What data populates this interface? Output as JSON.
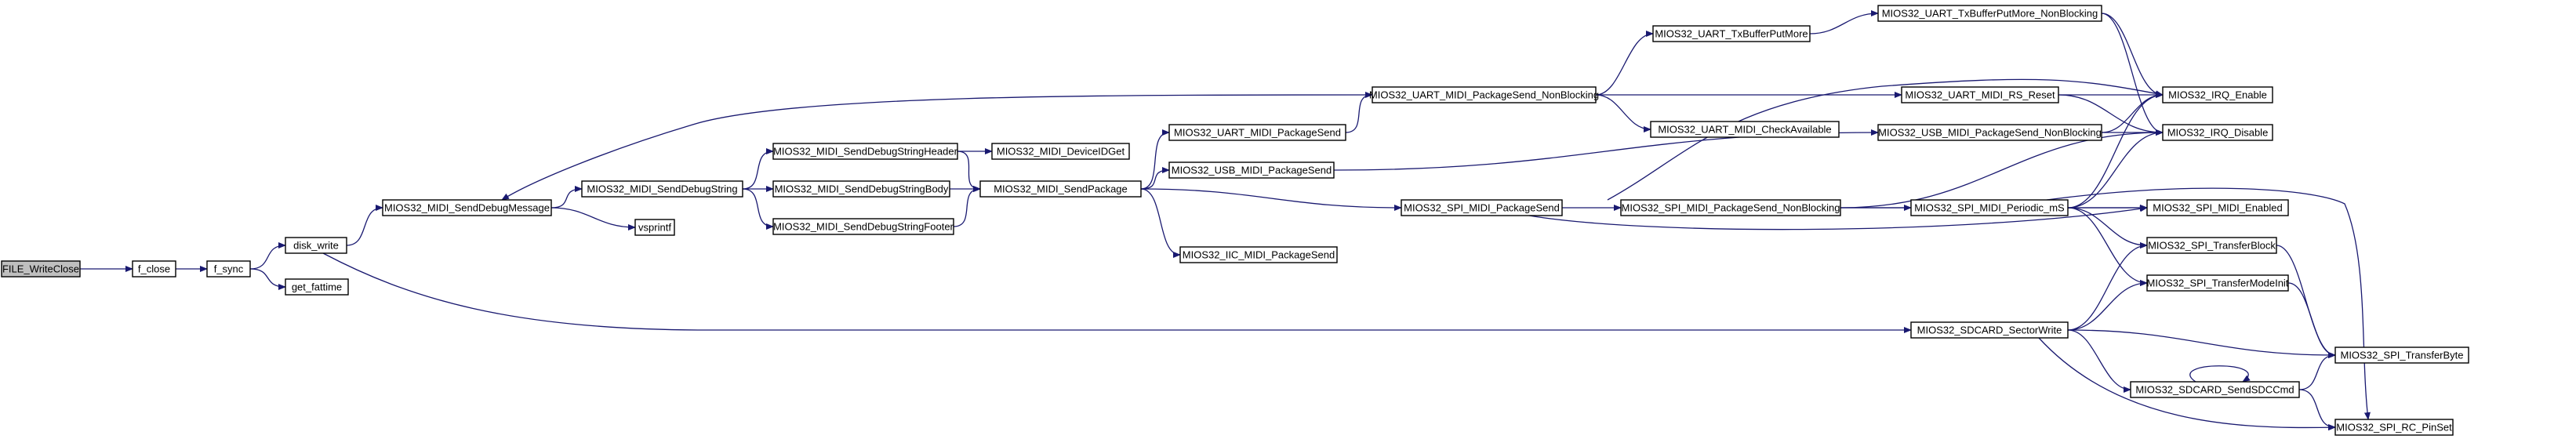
{
  "graph": {
    "colors": {
      "root_fill": "#bfbfbf",
      "node_fill": "#ffffff",
      "border": "#000000",
      "edge": "#191970"
    },
    "nodes": [
      {
        "id": "file_writeclose",
        "label": "FILE_WriteClose",
        "root": true
      },
      {
        "id": "f_close",
        "label": "f_close"
      },
      {
        "id": "f_sync",
        "label": "f_sync"
      },
      {
        "id": "disk_write",
        "label": "disk_write"
      },
      {
        "id": "get_fattime",
        "label": "get_fattime"
      },
      {
        "id": "senddebugmessage",
        "label": "MIOS32_MIDI_SendDebugMessage"
      },
      {
        "id": "senddebugstring",
        "label": "MIOS32_MIDI_SendDebugString"
      },
      {
        "id": "vsprintf",
        "label": "vsprintf"
      },
      {
        "id": "debugheader",
        "label": "MIOS32_MIDI_SendDebugStringHeader"
      },
      {
        "id": "debugbody",
        "label": "MIOS32_MIDI_SendDebugStringBody"
      },
      {
        "id": "debugfooter",
        "label": "MIOS32_MIDI_SendDebugStringFooter"
      },
      {
        "id": "deviceidget",
        "label": "MIOS32_MIDI_DeviceIDGet"
      },
      {
        "id": "sendpackage",
        "label": "MIOS32_MIDI_SendPackage"
      },
      {
        "id": "uart_packagesend",
        "label": "MIOS32_UART_MIDI_PackageSend"
      },
      {
        "id": "usb_packagesend",
        "label": "MIOS32_USB_MIDI_PackageSend"
      },
      {
        "id": "spi_packagesend",
        "label": "MIOS32_SPI_MIDI_PackageSend"
      },
      {
        "id": "iic_packagesend",
        "label": "MIOS32_IIC_MIDI_PackageSend"
      },
      {
        "id": "uart_packagesend_nb",
        "label": "MIOS32_UART_MIDI_PackageSend_NonBlocking"
      },
      {
        "id": "uart_txbufferputmore",
        "label": "MIOS32_UART_TxBufferPutMore"
      },
      {
        "id": "uart_txbufferputmore_nb",
        "label": "MIOS32_UART_TxBufferPutMore_NonBlocking"
      },
      {
        "id": "uart_checkavailable",
        "label": "MIOS32_UART_MIDI_CheckAvailable"
      },
      {
        "id": "uart_rs_reset",
        "label": "MIOS32_UART_MIDI_RS_Reset"
      },
      {
        "id": "usb_packagesend_nb",
        "label": "MIOS32_USB_MIDI_PackageSend_NonBlocking"
      },
      {
        "id": "spi_packagesend_nb",
        "label": "MIOS32_SPI_MIDI_PackageSend_NonBlocking"
      },
      {
        "id": "spi_periodic",
        "label": "MIOS32_SPI_MIDI_Periodic_mS"
      },
      {
        "id": "sdcard_sectorwrite",
        "label": "MIOS32_SDCARD_SectorWrite"
      },
      {
        "id": "sdcard_sendsdccmd",
        "label": "MIOS32_SDCARD_SendSDCCmd"
      },
      {
        "id": "irq_enable",
        "label": "MIOS32_IRQ_Enable"
      },
      {
        "id": "irq_disable",
        "label": "MIOS32_IRQ_Disable"
      },
      {
        "id": "spi_midi_enabled",
        "label": "MIOS32_SPI_MIDI_Enabled"
      },
      {
        "id": "spi_transferblock",
        "label": "MIOS32_SPI_TransferBlock"
      },
      {
        "id": "spi_transfermodeinit",
        "label": "MIOS32_SPI_TransferModeInit"
      },
      {
        "id": "spi_transferbyte",
        "label": "MIOS32_SPI_TransferByte"
      },
      {
        "id": "spi_rc_pinset",
        "label": "MIOS32_SPI_RC_PinSet"
      }
    ],
    "edges": [
      [
        "file_writeclose",
        "f_close"
      ],
      [
        "f_close",
        "f_sync"
      ],
      [
        "f_sync",
        "disk_write"
      ],
      [
        "f_sync",
        "get_fattime"
      ],
      [
        "disk_write",
        "senddebugmessage"
      ],
      [
        "disk_write",
        "sdcard_sectorwrite"
      ],
      [
        "senddebugmessage",
        "senddebugstring"
      ],
      [
        "senddebugmessage",
        "vsprintf"
      ],
      [
        "senddebugstring",
        "debugheader"
      ],
      [
        "senddebugstring",
        "debugbody"
      ],
      [
        "senddebugstring",
        "debugfooter"
      ],
      [
        "debugheader",
        "deviceidget"
      ],
      [
        "debugheader",
        "sendpackage"
      ],
      [
        "debugbody",
        "sendpackage"
      ],
      [
        "debugfooter",
        "sendpackage"
      ],
      [
        "sendpackage",
        "uart_packagesend"
      ],
      [
        "sendpackage",
        "usb_packagesend"
      ],
      [
        "sendpackage",
        "spi_packagesend"
      ],
      [
        "sendpackage",
        "iic_packagesend"
      ],
      [
        "uart_packagesend",
        "uart_packagesend_nb"
      ],
      [
        "uart_packagesend_nb",
        "senddebugmessage"
      ],
      [
        "uart_packagesend_nb",
        "uart_txbufferputmore"
      ],
      [
        "uart_packagesend_nb",
        "uart_checkavailable"
      ],
      [
        "uart_packagesend_nb",
        "uart_rs_reset"
      ],
      [
        "uart_txbufferputmore",
        "uart_txbufferputmore_nb"
      ],
      [
        "uart_txbufferputmore_nb",
        "irq_enable"
      ],
      [
        "uart_txbufferputmore_nb",
        "irq_disable"
      ],
      [
        "uart_rs_reset",
        "irq_enable"
      ],
      [
        "uart_rs_reset",
        "irq_disable"
      ],
      [
        "usb_packagesend",
        "usb_packagesend_nb"
      ],
      [
        "usb_packagesend_nb",
        "irq_enable"
      ],
      [
        "usb_packagesend_nb",
        "irq_disable"
      ],
      [
        "spi_packagesend",
        "spi_packagesend_nb"
      ],
      [
        "spi_packagesend",
        "spi_midi_enabled"
      ],
      [
        "spi_packagesend_nb",
        "irq_enable"
      ],
      [
        "spi_packagesend_nb",
        "irq_disable"
      ],
      [
        "spi_packagesend_nb",
        "spi_periodic"
      ],
      [
        "spi_packagesend_nb",
        "spi_midi_enabled"
      ],
      [
        "spi_periodic",
        "irq_enable"
      ],
      [
        "spi_periodic",
        "irq_disable"
      ],
      [
        "spi_periodic",
        "spi_midi_enabled"
      ],
      [
        "spi_periodic",
        "spi_transferblock"
      ],
      [
        "spi_periodic",
        "spi_transfermodeinit"
      ],
      [
        "spi_periodic",
        "spi_rc_pinset"
      ],
      [
        "spi_transferblock",
        "spi_transferbyte"
      ],
      [
        "spi_transfermodeinit",
        "spi_transferbyte"
      ],
      [
        "sdcard_sectorwrite",
        "spi_transferblock"
      ],
      [
        "sdcard_sectorwrite",
        "spi_transfermodeinit"
      ],
      [
        "sdcard_sectorwrite",
        "spi_transferbyte"
      ],
      [
        "sdcard_sectorwrite",
        "sdcard_sendsdccmd"
      ],
      [
        "sdcard_sectorwrite",
        "spi_rc_pinset"
      ],
      [
        "sdcard_sendsdccmd",
        "sdcard_sendsdccmd"
      ],
      [
        "sdcard_sendsdccmd",
        "spi_transferbyte"
      ],
      [
        "sdcard_sendsdccmd",
        "spi_rc_pinset"
      ]
    ]
  }
}
